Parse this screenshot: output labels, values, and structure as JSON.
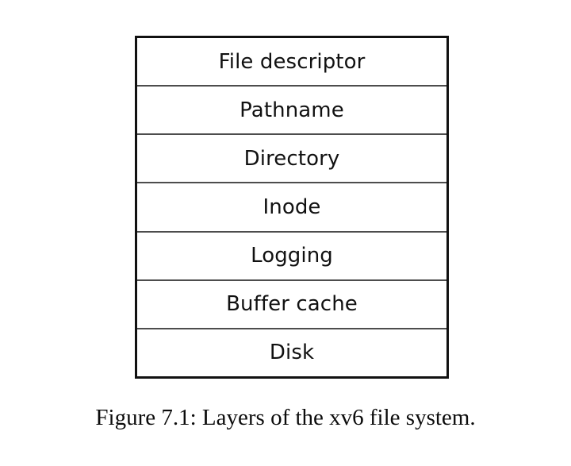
{
  "figure": {
    "caption": "Figure 7.1: Layers of the xv6 file system.",
    "caption_label": "Figure 7.1:",
    "caption_text": "Layers of the xv6 file system.",
    "number": "7.1",
    "background_color": "#ffffff",
    "border_color": "#111111",
    "divider_color": "#4d4d4d",
    "text_color": "#111111"
  },
  "chart_data": {
    "type": "table",
    "title": "Layers of the xv6 file system",
    "orientation": "vertical-stack-top-to-bottom",
    "categories": [
      "File descriptor",
      "Pathname",
      "Directory",
      "Inode",
      "Logging",
      "Buffer cache",
      "Disk"
    ],
    "values": [
      1,
      1,
      1,
      1,
      1,
      1,
      1
    ],
    "xlabel": "",
    "ylabel": "",
    "legend": [],
    "grid": false,
    "notes": "Seven equal-height horizontal bands; topmost is the highest-level layer, bottom is hardware."
  },
  "layers": [
    {
      "index": 1,
      "label": "File descriptor"
    },
    {
      "index": 2,
      "label": "Pathname"
    },
    {
      "index": 3,
      "label": "Directory"
    },
    {
      "index": 4,
      "label": "Inode"
    },
    {
      "index": 5,
      "label": "Logging"
    },
    {
      "index": 6,
      "label": "Buffer cache"
    },
    {
      "index": 7,
      "label": "Disk"
    }
  ]
}
